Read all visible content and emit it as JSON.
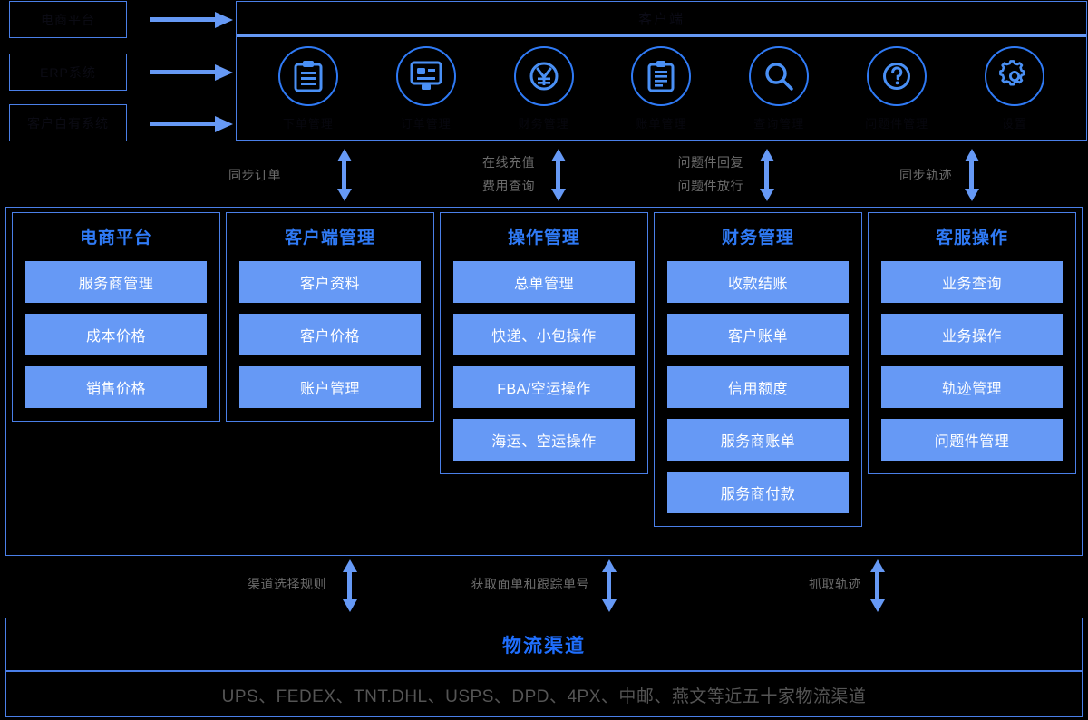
{
  "sources": [
    {
      "label": "电商平台"
    },
    {
      "label": "ERP系统"
    },
    {
      "label": "客户自有系统"
    }
  ],
  "arrows": {
    "to_platform_1": "arrow-right",
    "to_platform_2": "arrow-right",
    "to_platform_3": "arrow-right"
  },
  "top_panel": {
    "title": "客户端",
    "icons": [
      {
        "icon": "clipboard-icon",
        "label": "下单管理"
      },
      {
        "icon": "monitor-icon",
        "label": "订单管理"
      },
      {
        "icon": "yen-icon",
        "label": "财务管理"
      },
      {
        "icon": "clipboard-list-icon",
        "label": "账单管理"
      },
      {
        "icon": "search-icon",
        "label": "查询管理"
      },
      {
        "icon": "question-icon",
        "label": "问题件管理"
      },
      {
        "icon": "gear-icon",
        "label": "设置"
      }
    ]
  },
  "upper_flows": [
    {
      "lines": [
        "同步订单"
      ]
    },
    {
      "lines": [
        "在线充值",
        "费用查询"
      ]
    },
    {
      "lines": [
        "问题件回复",
        "问题件放行"
      ]
    },
    {
      "lines": [
        "同步轨迹"
      ]
    }
  ],
  "lower_flows": [
    {
      "lines": [
        "渠道选择规则"
      ]
    },
    {
      "lines": [
        "获取面单和跟踪单号"
      ]
    },
    {
      "lines": [
        "抓取轨迹"
      ]
    }
  ],
  "main_columns": [
    {
      "title": "电商平台",
      "items": [
        "服务商管理",
        "成本价格",
        "销售价格"
      ]
    },
    {
      "title": "客户端管理",
      "items": [
        "客户资料",
        "客户价格",
        "账户管理"
      ]
    },
    {
      "title": "操作管理",
      "items": [
        "总单管理",
        "快递、小包操作",
        "FBA/空运操作",
        "海运、空运操作"
      ]
    },
    {
      "title": "财务管理",
      "items": [
        "收款结账",
        "客户账单",
        "信用额度",
        "服务商账单",
        "服务商付款"
      ]
    },
    {
      "title": "客服操作",
      "items": [
        "业务查询",
        "业务操作",
        "轨迹管理",
        "问题件管理"
      ]
    }
  ],
  "bottom_panel": {
    "title": "物流渠道",
    "carriers": "UPS、FEDEX、TNT.DHL、USPS、DPD、4PX、中邮、燕文等近五十家物流渠道"
  },
  "colors": {
    "background": "#000000",
    "border_blue": "#4a7fe8",
    "accent_blue": "#2f7af5",
    "button_blue": "#6699f5",
    "arrow_blue": "#6699f5",
    "flow_label_gray": "#6b6b6b",
    "carrier_gray": "#555555",
    "dark_text": "#0b0b14"
  }
}
